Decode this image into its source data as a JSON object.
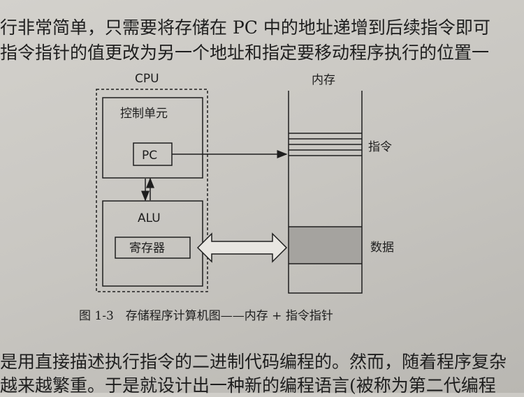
{
  "text_top": [
    "行非常简单，只需要将存储在 PC 中的地址递增到后续指令即可",
    "指令指针的值更改为另一个地址和指定要移动程序执行的位置一"
  ],
  "diagram": {
    "cpu_label": "CPU",
    "control_unit": "控制单元",
    "pc": "PC",
    "alu": "ALU",
    "register": "寄存器",
    "memory_label": "内存",
    "instruction_label": "指令",
    "data_label": "数据"
  },
  "caption": "图 1-3　存储程序计算机图——内存 + 指令指针",
  "text_bottom": [
    "是用直接描述执行指令的二进制代码编程的。然而，随着程序复杂",
    "越来越繁重。于是就设计出一种新的编程语言(被称为第二代编程"
  ]
}
